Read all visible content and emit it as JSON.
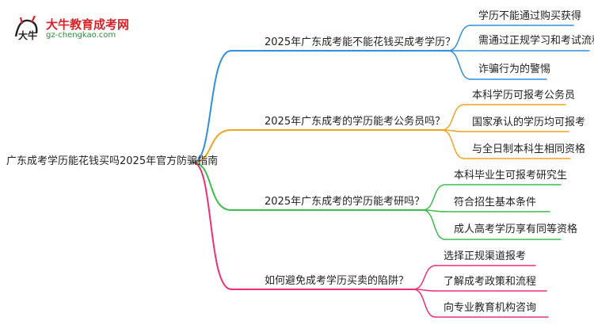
{
  "logo": {
    "title": "大牛教育成考网",
    "url": "gz-chengkao.com",
    "mark_text": "大牛"
  },
  "root": {
    "label": "广东成考学历能花钱买吗2025年官方防骗指南"
  },
  "branches": [
    {
      "label": "2025年广东成考能不能花钱买成考学历？",
      "color": "#2f8fe0",
      "leaves": [
        "学历不能通过购买获得",
        "需通过正规学习和考试流程",
        "诈骗行为的警惕"
      ]
    },
    {
      "label": "2025年广东成考的学历能考公务员吗？",
      "color": "#f0a41c",
      "leaves": [
        "本科学历可报考公务员",
        "国家承认的学历均可报考",
        "与全日制本科生相同资格"
      ]
    },
    {
      "label": "2025年广东成考的学历能考研吗？",
      "color": "#3cbc4a",
      "leaves": [
        "本科毕业生可报考研究生",
        "符合招生基本条件",
        "成人高考学历享有同等资格"
      ]
    },
    {
      "label": "如何避免成考学历买卖的陷阱？",
      "color": "#ec2f78",
      "leaves": [
        "选择正规渠道报考",
        "了解成考政策和流程",
        "向专业教育机构咨询"
      ]
    }
  ]
}
